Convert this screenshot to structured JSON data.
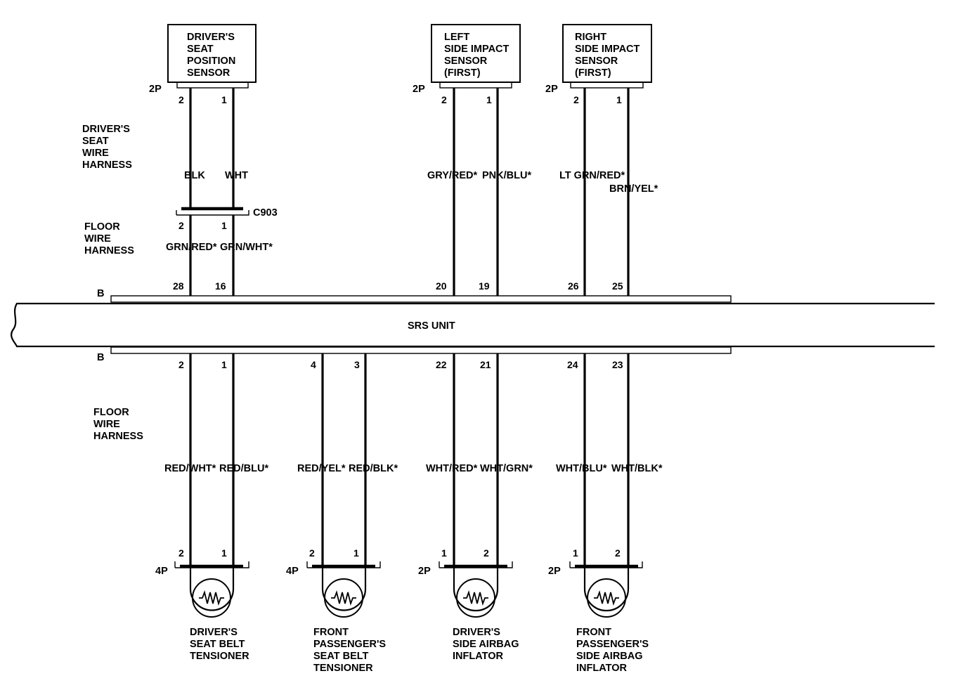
{
  "srs_unit": {
    "label": "SRS UNIT",
    "connector_top": "B",
    "connector_bottom": "B"
  },
  "harness_labels": {
    "drivers_seat": [
      "DRIVER'S",
      "SEAT",
      "WIRE",
      "HARNESS"
    ],
    "floor_upper": [
      "FLOOR",
      "WIRE",
      "HARNESS"
    ],
    "floor_lower": [
      "FLOOR",
      "WIRE",
      "HARNESS"
    ]
  },
  "connector_c903": "C903",
  "top_components": [
    {
      "id": "drivers-seat-position-sensor",
      "name_lines": [
        "DRIVER'S",
        "SEAT",
        "POSITION",
        "SENSOR"
      ],
      "connector": "2P",
      "pins": [
        "2",
        "1"
      ],
      "wires_upper": [
        "BLK",
        "WHT"
      ],
      "c903_pins": [
        "2",
        "1"
      ],
      "wires_lower": [
        "GRN/RED*",
        "GRN/WHT*"
      ],
      "srs_terminals": [
        "28",
        "16"
      ]
    },
    {
      "id": "left-side-impact-sensor",
      "name_lines": [
        "LEFT",
        "SIDE IMPACT",
        "SENSOR",
        "(FIRST)"
      ],
      "connector": "2P",
      "pins": [
        "2",
        "1"
      ],
      "wires": [
        "GRY/RED*",
        "PNK/BLU*"
      ],
      "srs_terminals": [
        "20",
        "19"
      ]
    },
    {
      "id": "right-side-impact-sensor",
      "name_lines": [
        "RIGHT",
        "SIDE IMPACT",
        "SENSOR",
        "(FIRST)"
      ],
      "connector": "2P",
      "pins": [
        "2",
        "1"
      ],
      "wires": [
        "LT GRN/RED*",
        "BRN/YEL*"
      ],
      "srs_terminals": [
        "26",
        "25"
      ]
    }
  ],
  "bottom_components": [
    {
      "id": "drivers-seat-belt-tensioner",
      "name_lines": [
        "DRIVER'S",
        "SEAT BELT",
        "TENSIONER"
      ],
      "connector": "4P",
      "srs_terminals": [
        "2",
        "1"
      ],
      "wires": [
        "RED/WHT*",
        "RED/BLU*"
      ],
      "pins": [
        "2",
        "1"
      ]
    },
    {
      "id": "front-passengers-seat-belt-tensioner",
      "name_lines": [
        "FRONT",
        "PASSENGER'S",
        "SEAT BELT",
        "TENSIONER"
      ],
      "connector": "4P",
      "srs_terminals": [
        "4",
        "3"
      ],
      "wires": [
        "RED/YEL*",
        "RED/BLK*"
      ],
      "pins": [
        "2",
        "1"
      ]
    },
    {
      "id": "drivers-side-airbag-inflator",
      "name_lines": [
        "DRIVER'S",
        "SIDE AIRBAG",
        "INFLATOR"
      ],
      "connector": "2P",
      "srs_terminals": [
        "22",
        "21"
      ],
      "wires": [
        "WHT/RED*",
        "WHT/GRN*"
      ],
      "pins": [
        "1",
        "2"
      ]
    },
    {
      "id": "front-passengers-side-airbag-inflator",
      "name_lines": [
        "FRONT",
        "PASSENGER'S",
        "SIDE AIRBAG",
        "INFLATOR"
      ],
      "connector": "2P",
      "srs_terminals": [
        "24",
        "23"
      ],
      "wires": [
        "WHT/BLU*",
        "WHT/BLK*"
      ],
      "pins": [
        "1",
        "2"
      ]
    }
  ]
}
